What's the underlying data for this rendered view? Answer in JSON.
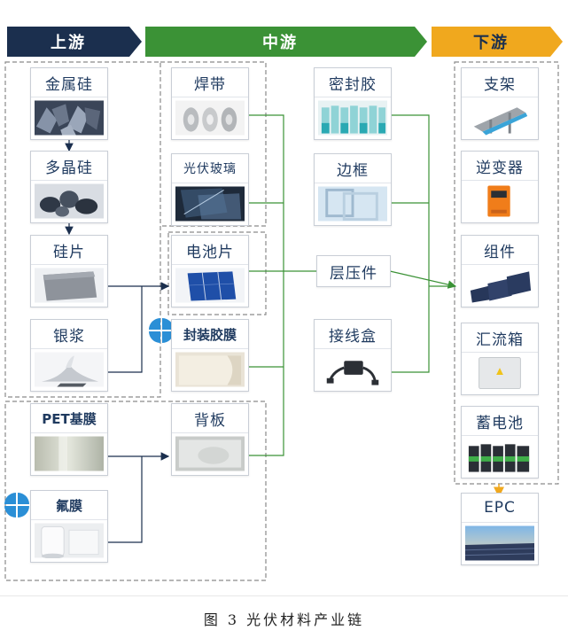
{
  "figure": {
    "caption": "图 3 光伏材料产业链"
  },
  "stages": [
    {
      "label": "上游",
      "color": "#1b2f4e",
      "text_color": "#ffffff"
    },
    {
      "label": "中游",
      "color": "#3b9236",
      "text_color": "#ffffff"
    },
    {
      "label": "下游",
      "color": "#f0a81e",
      "text_color": "#1b2f4e"
    }
  ],
  "nodes": {
    "metal_silicon": {
      "label": "金属硅"
    },
    "polysilicon": {
      "label": "多晶硅"
    },
    "wafer": {
      "label": "硅片"
    },
    "silver_paste": {
      "label": "银浆"
    },
    "pet_film": {
      "label": "PET基膜"
    },
    "fluoro_film": {
      "label": "氟膜"
    },
    "ribbon": {
      "label": "焊带"
    },
    "pv_glass": {
      "label": "光伏玻璃"
    },
    "cell": {
      "label": "电池片"
    },
    "encap_film": {
      "label": "封装胶膜"
    },
    "backsheet": {
      "label": "背板"
    },
    "sealant": {
      "label": "密封胶"
    },
    "frame": {
      "label": "边框"
    },
    "laminate": {
      "label": "层压件"
    },
    "junction_box": {
      "label": "接线盒"
    },
    "bracket": {
      "label": "支架"
    },
    "inverter": {
      "label": "逆变器"
    },
    "module": {
      "label": "组件"
    },
    "combiner_box": {
      "label": "汇流箱"
    },
    "battery": {
      "label": "蓄电池"
    },
    "epc": {
      "label": "EPC"
    }
  },
  "colors": {
    "navy": "#1b2f4e",
    "green": "#3b9236",
    "orange": "#f0a81e",
    "highlight_blue": "#2b8fd6",
    "dash_grey": "#8a8a8a"
  }
}
